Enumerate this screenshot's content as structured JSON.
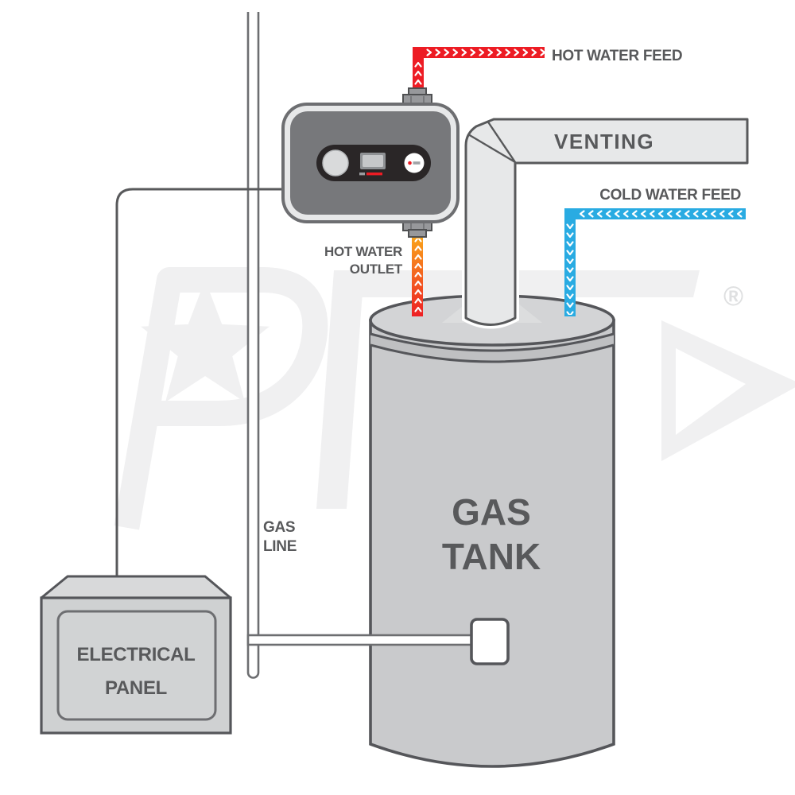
{
  "diagram": {
    "type": "gas-tank-water-heater-installation-diagram",
    "labels": {
      "hot_water_feed": "HOT WATER FEED",
      "venting": "VENTING",
      "cold_water_feed": "COLD WATER FEED",
      "hot_water_outlet": [
        "HOT WATER",
        "OUTLET"
      ],
      "gas_line": [
        "GAS",
        "LINE"
      ],
      "gas_tank": [
        "GAS",
        "TANK"
      ],
      "electrical_panel": [
        "ELECTRICAL",
        "PANEL"
      ],
      "registered_mark": "®"
    },
    "flow_colors": {
      "hot_water_feed_pipe": "#ed1c24",
      "hot_water_outlet_pipe_top": "#faa61a",
      "hot_water_outlet_pipe_bottom": "#ed1c24",
      "cold_water_feed_pipe": "#29abe2"
    },
    "palette": {
      "label_text": "#58595b",
      "outline": "#55565a",
      "tank_body": "#c9cacc",
      "tank_top": "#d3d4d6",
      "vent_duct": "#e7e8e9",
      "booster_body": "#77787b",
      "booster_control_panel": "#2a2627",
      "electrical_panel_fill": "#d1d3d4",
      "watermark": "#f0f0f1"
    }
  }
}
